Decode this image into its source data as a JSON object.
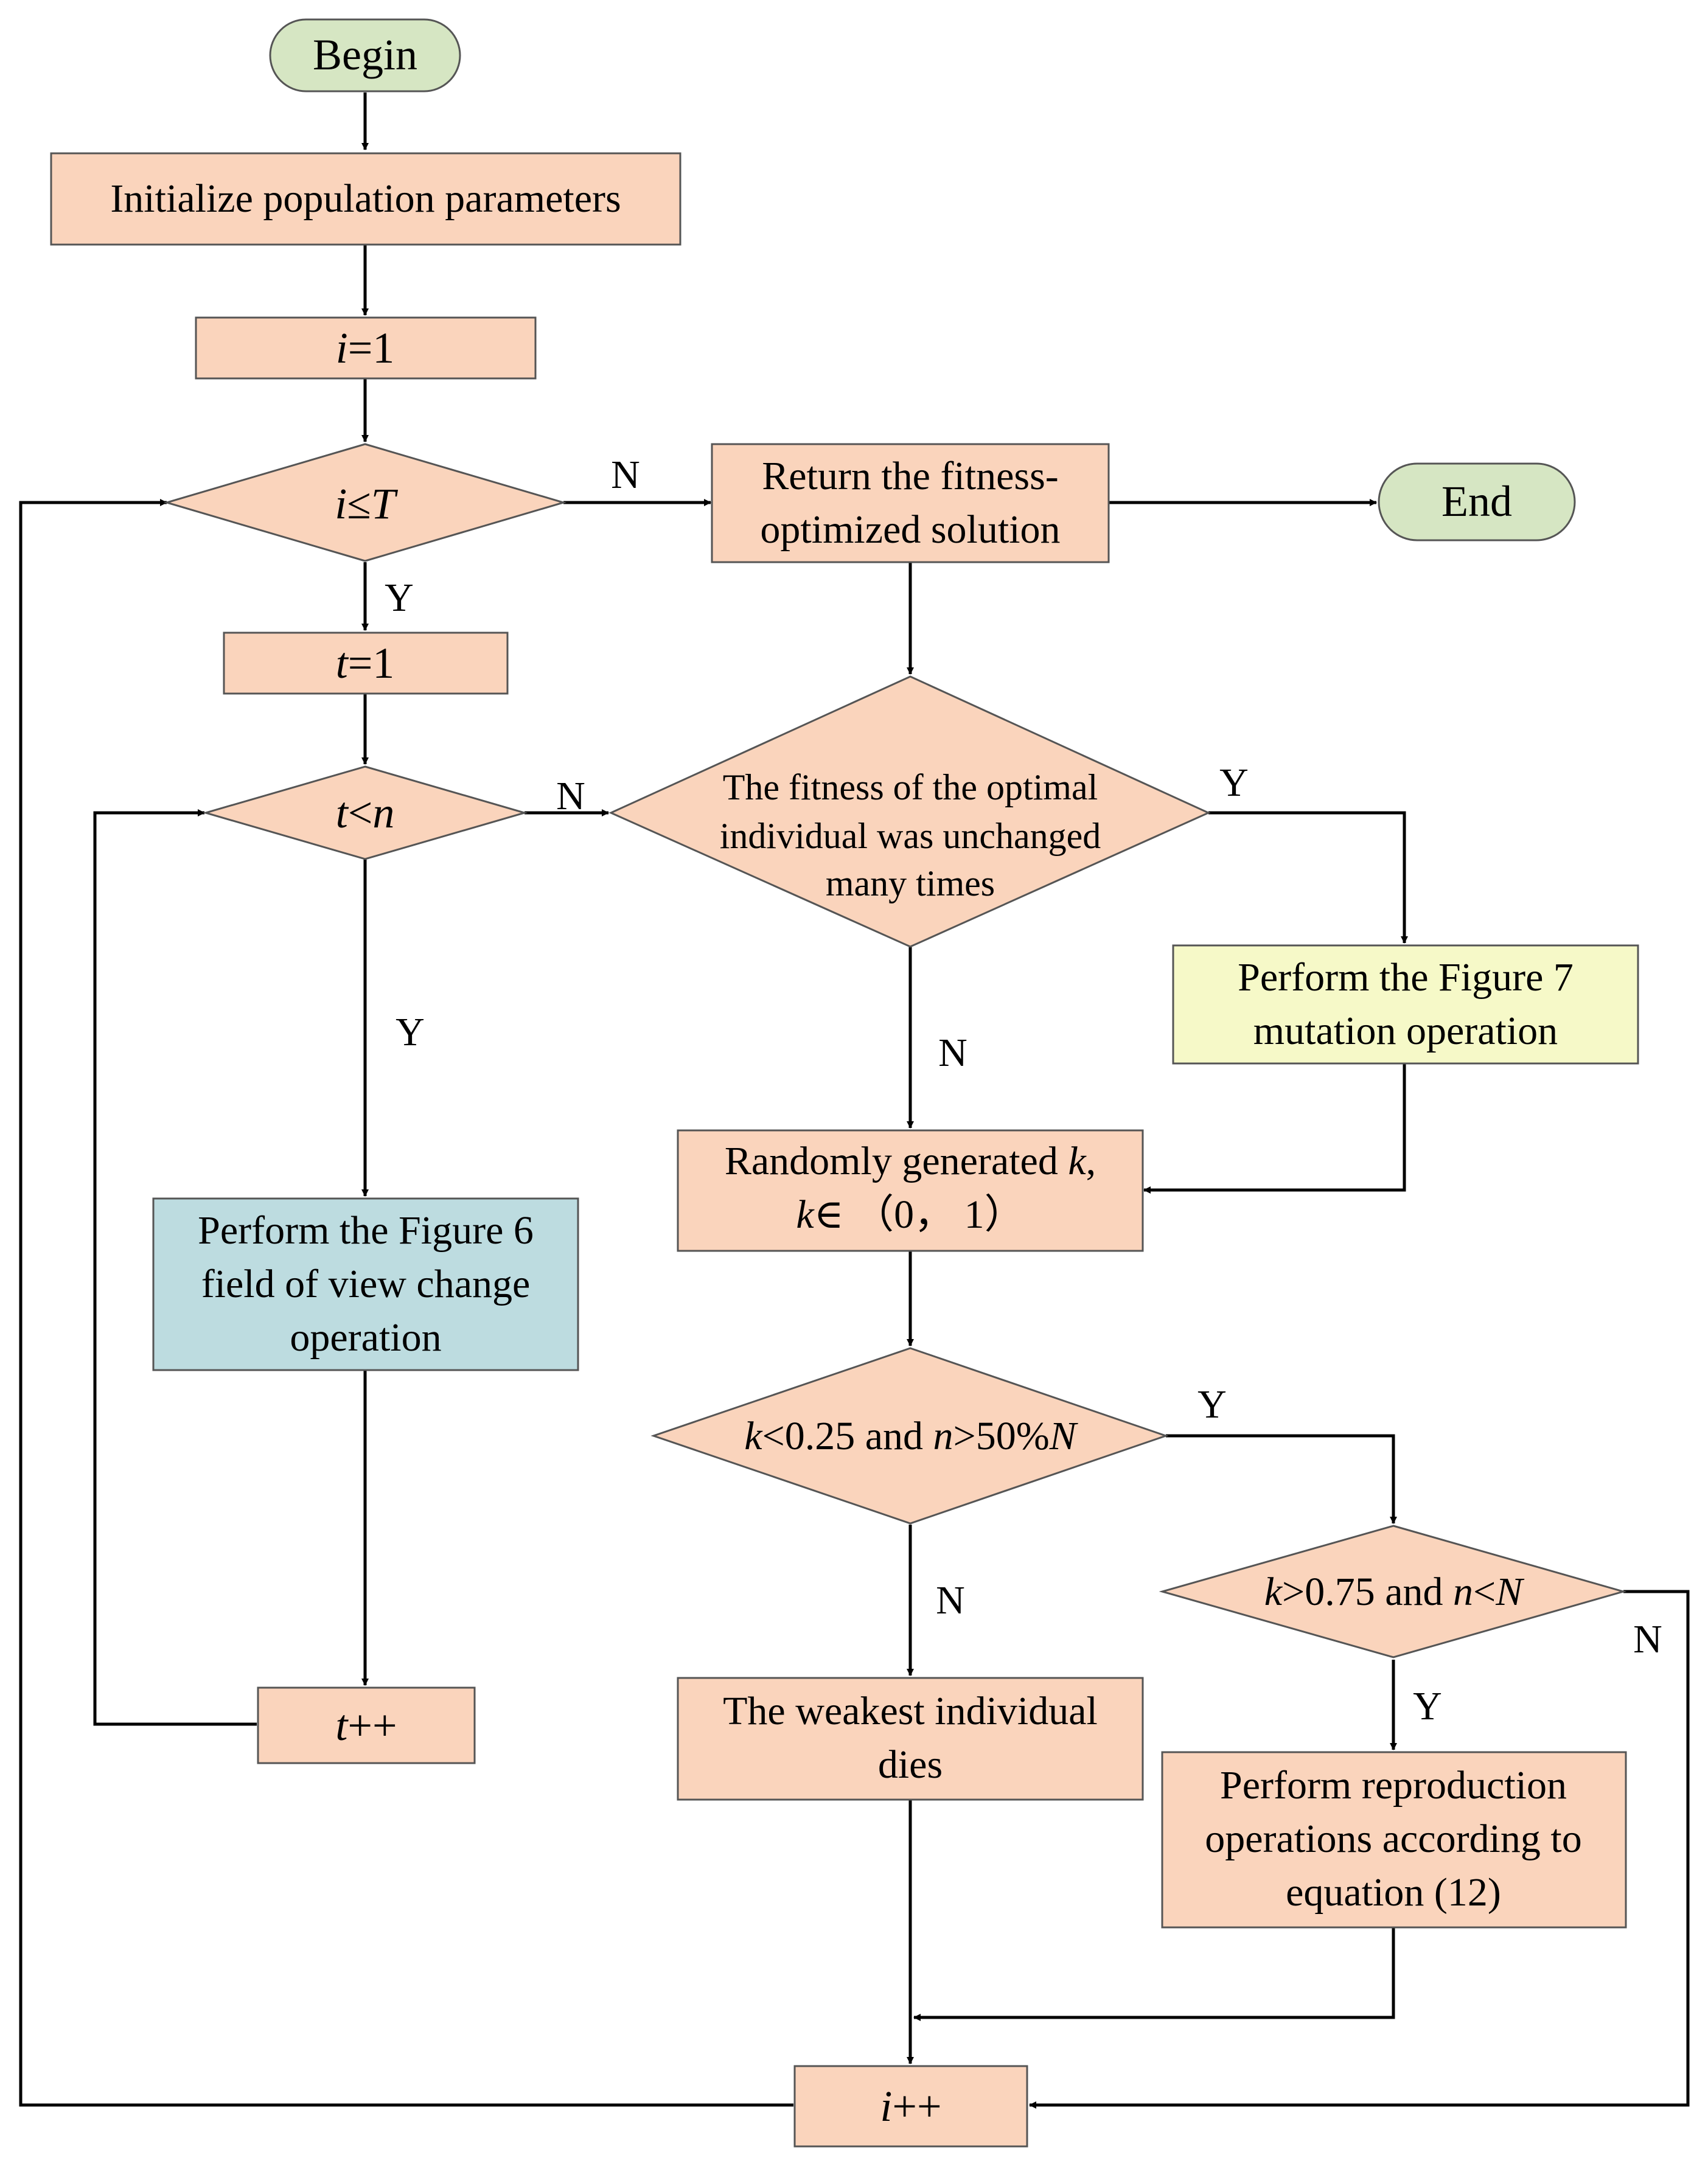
{
  "nodes": {
    "begin": "Begin",
    "init": "Initialize population parameters",
    "i_init": {
      "var": "i",
      "rest": "=1"
    },
    "i_le_T": {
      "var": "i",
      "op": "≤",
      "var2": "T"
    },
    "t_init": {
      "var": "t",
      "rest": "=1"
    },
    "t_lt_n": {
      "var": "t",
      "op": "<",
      "var2": "n"
    },
    "return": {
      "line1": "Return the fitness-",
      "line2": "optimized solution"
    },
    "end": "End",
    "fitness_check": {
      "line1": "The fitness of the optimal",
      "line2": "individual was unchanged",
      "line3": "many times"
    },
    "mutation": {
      "line1": "Perform the Figure 7",
      "line2": "mutation operation"
    },
    "view_change": {
      "line1": "Perform the Figure 6",
      "line2": "field of view change",
      "line3": "operation"
    },
    "random_k": {
      "line1_text": "Randomly generated ",
      "line1_var": "k",
      "line1_tail": ",",
      "line2_var": "k",
      "line2_rest": "∈ （0， 1）"
    },
    "cond1": {
      "v1": "k",
      "t1": "<0.25 and ",
      "v2": "n",
      "t2": ">50%",
      "v3": "N"
    },
    "cond2": {
      "v1": "k",
      "t1": ">0.75 and ",
      "v2": "n",
      "t2": "<",
      "v3": "N"
    },
    "weakest": {
      "line1": "The weakest individual",
      "line2": "dies"
    },
    "reproduction": {
      "line1": "Perform reproduction",
      "line2": "operations according to",
      "line3": "equation (12)"
    },
    "t_inc": {
      "var": "t",
      "rest": "++"
    },
    "i_inc": {
      "var": "i",
      "rest": "++"
    }
  },
  "edge_labels": {
    "iT_no": "N",
    "iT_yes": "Y",
    "tn_no": "N",
    "tn_yes": "Y",
    "fit_yes": "Y",
    "fit_no": "N",
    "c1_yes": "Y",
    "c1_no": "N",
    "c2_yes": "Y",
    "c2_no": "N"
  }
}
